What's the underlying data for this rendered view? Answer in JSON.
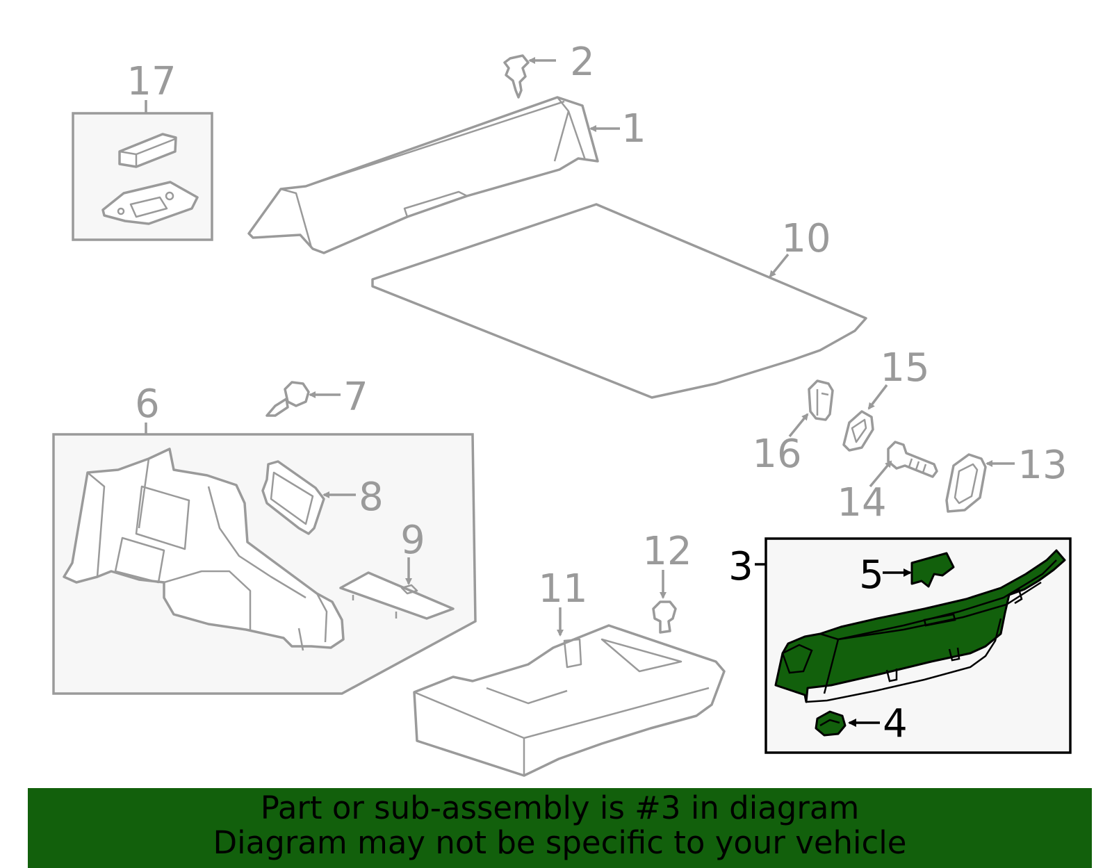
{
  "callouts": {
    "c1": "1",
    "c2": "2",
    "c3": "3",
    "c4": "4",
    "c5": "5",
    "c6": "6",
    "c7": "7",
    "c8": "8",
    "c9": "9",
    "c10": "10",
    "c11": "11",
    "c12": "12",
    "c13": "13",
    "c14": "14",
    "c15": "15",
    "c16": "16",
    "c17": "17"
  },
  "highlighted_part": "3",
  "highlight_color": "#12600c",
  "outline_color": "#9a9a9a",
  "banner": {
    "line1": "Part or sub-assembly is #3 in diagram",
    "line2": "Diagram may not be specific to your vehicle",
    "background": "#12600c"
  }
}
